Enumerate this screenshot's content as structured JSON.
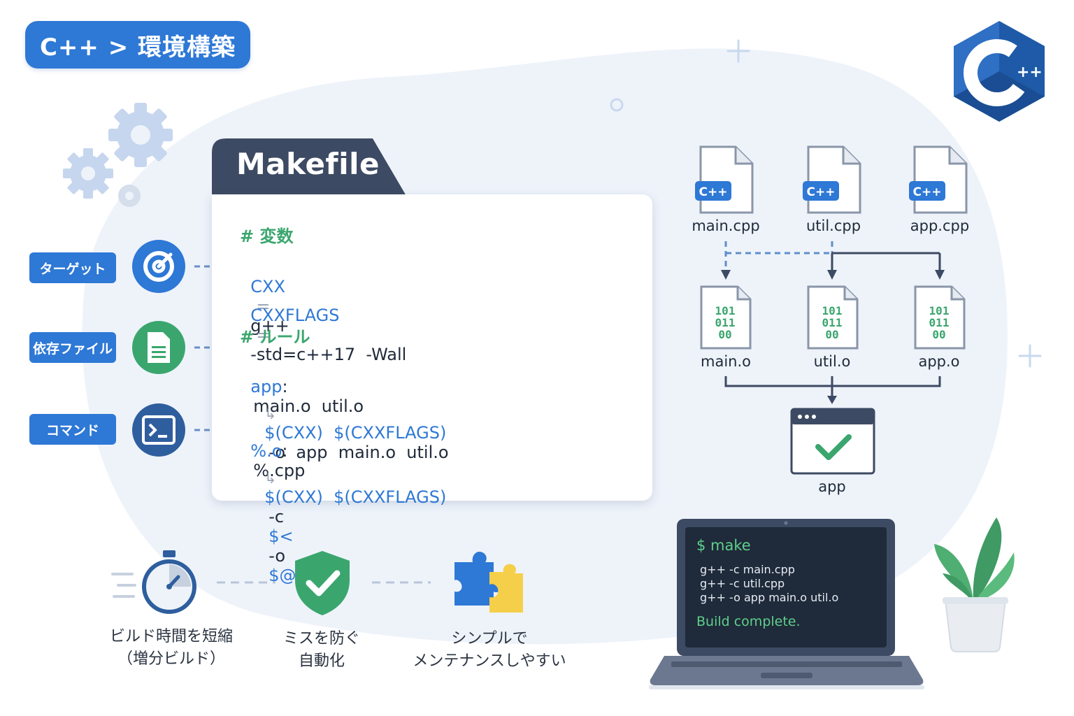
{
  "header": {
    "title": "C++ > 環境構築"
  },
  "logo": {
    "text": "++",
    "icon": "cpp-logo-icon"
  },
  "side_items": [
    {
      "label": "ターゲット",
      "icon": "target-icon"
    },
    {
      "label": "依存ファイル",
      "icon": "document-icon"
    },
    {
      "label": "コマンド",
      "icon": "terminal-icon"
    }
  ],
  "makefile": {
    "tab": "Makefile",
    "comment_vars": "# 変数",
    "cxx_name": "CXX",
    "cxx_eq": "=",
    "cxx_value": "g++",
    "flags_name": "CXXFLAGS",
    "flags_eq": "=",
    "flags_value": "-std=c++17  -Wall",
    "comment_rules": "# ルール",
    "rule1_target": "app",
    "rule1_colon": ":",
    "rule1_deps": "main.o  util.o",
    "rule1_cmd_vars": "$(CXX)  $(CXXFLAGS)",
    "rule1_cmd_rest": "-o  app  main.o  util.o",
    "rule2_target": "%.o",
    "rule2_colon": ":",
    "rule2_deps": "%.cpp",
    "rule2_cmd_vars": "$(CXX)  $(CXXFLAGS)",
    "rule2_cmd_c": "-c",
    "rule2_cmd_src": "$<",
    "rule2_cmd_o": "-o",
    "rule2_cmd_out": "$@",
    "arrow_glyph": "↳"
  },
  "sources": [
    {
      "badge": "C++",
      "name": "main.cpp"
    },
    {
      "badge": "C++",
      "name": "util.cpp"
    },
    {
      "badge": "C++",
      "name": "app.cpp"
    }
  ],
  "objects": [
    {
      "bits": [
        "101",
        "011",
        "00"
      ],
      "name": "main.o"
    },
    {
      "bits": [
        "101",
        "011",
        "00"
      ],
      "name": "util.o"
    },
    {
      "bits": [
        "101",
        "011",
        "00"
      ],
      "name": "app.o"
    }
  ],
  "app": {
    "name": "app",
    "icon": "check-window-icon"
  },
  "terminal": {
    "prompt": "$ make",
    "lines": [
      "g++ -c main.cpp",
      "g++ -c util.cpp",
      "g++ -o app main.o util.o"
    ],
    "result": "Build complete."
  },
  "features": [
    {
      "icon": "stopwatch-icon",
      "line1": "ビルド時間を短縮",
      "line2": "（増分ビルド）"
    },
    {
      "icon": "shield-check-icon",
      "line1": "ミスを防ぐ",
      "line2": "自動化"
    },
    {
      "icon": "puzzle-icon",
      "line1": "シンプルで",
      "line2": "メンテナンスしやすい"
    }
  ],
  "colors": {
    "primary": "#2e78d6",
    "green": "#3aa66e",
    "dark_panel": "#3d4a63",
    "terminal_bg": "#1f2a3a",
    "terminal_green": "#5fd08a"
  }
}
